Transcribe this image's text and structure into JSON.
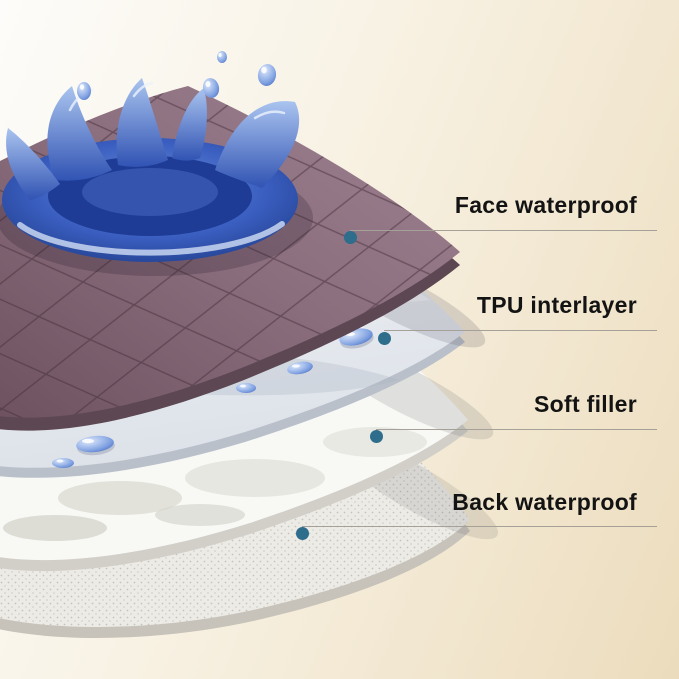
{
  "title": "Waterproof pad layer diagram",
  "labels": [
    {
      "text": "Face waterproof"
    },
    {
      "text": "TPU interlayer"
    },
    {
      "text": "Soft filler"
    },
    {
      "text": "Back waterproof"
    }
  ],
  "layers": [
    {
      "name": "face-waterproof-layer"
    },
    {
      "name": "tpu-interlayer"
    },
    {
      "name": "soft-filler-layer"
    },
    {
      "name": "back-waterproof-layer"
    }
  ],
  "icons": {
    "callout-dot": "filled-circle"
  },
  "colors": {
    "background_top_left": "#fdfcfa",
    "background_bottom_right": "#ecdcbd",
    "callout_dot": "#2e6d8c",
    "callout_line": "#a5a199",
    "label_text": "#131313",
    "face_layer": "#8a6e7d",
    "tpu_layer": "#e9edf2",
    "soft_filler_layer": "#f8f8f5",
    "back_layer": "#edebe6",
    "water": "#3a5ec0"
  }
}
